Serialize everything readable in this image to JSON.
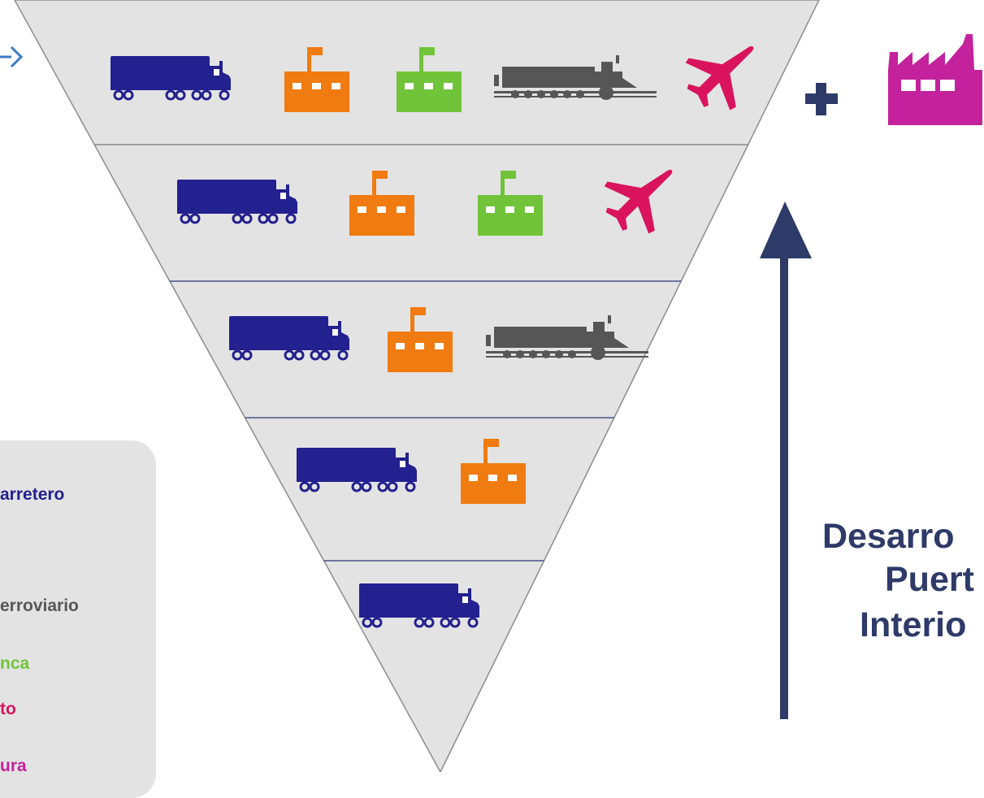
{
  "colors": {
    "truck": "#23208f",
    "customs": "#f07b10",
    "bank": "#71c43a",
    "train": "#565656",
    "airplane": "#d9135c",
    "factory": "#c3229c",
    "plus": "#2e3a68",
    "arrow": "#2e3a68",
    "triangle_fill": "#e3e3e3",
    "triangle_stroke": "#8c8c8c",
    "corner_arrow": "#3d79c6"
  },
  "pyramid": {
    "levels": [
      {
        "icons": [
          "truck-icon",
          "customs-building-icon",
          "bank-building-icon",
          "train-icon",
          "airplane-icon"
        ]
      },
      {
        "icons": [
          "truck-icon",
          "customs-building-icon",
          "bank-building-icon",
          "airplane-icon"
        ]
      },
      {
        "icons": [
          "truck-icon",
          "customs-building-icon",
          "train-icon"
        ]
      },
      {
        "icons": [
          "truck-icon",
          "customs-building-icon"
        ]
      },
      {
        "icons": [
          "truck-icon"
        ]
      }
    ],
    "extra": {
      "symbol": "+",
      "icon": "factory-icon"
    }
  },
  "legend": {
    "items": [
      {
        "text": "arretero",
        "color": "#23208f"
      },
      {
        "text": "erroviario",
        "color": "#565656"
      },
      {
        "text": "nca",
        "color": "#71c43a"
      },
      {
        "text": "to",
        "color": "#d9135c"
      },
      {
        "text": "ura",
        "color": "#c3229c"
      }
    ]
  },
  "caption": {
    "lines": [
      "Desarro",
      "Puert",
      "Interio"
    ]
  }
}
